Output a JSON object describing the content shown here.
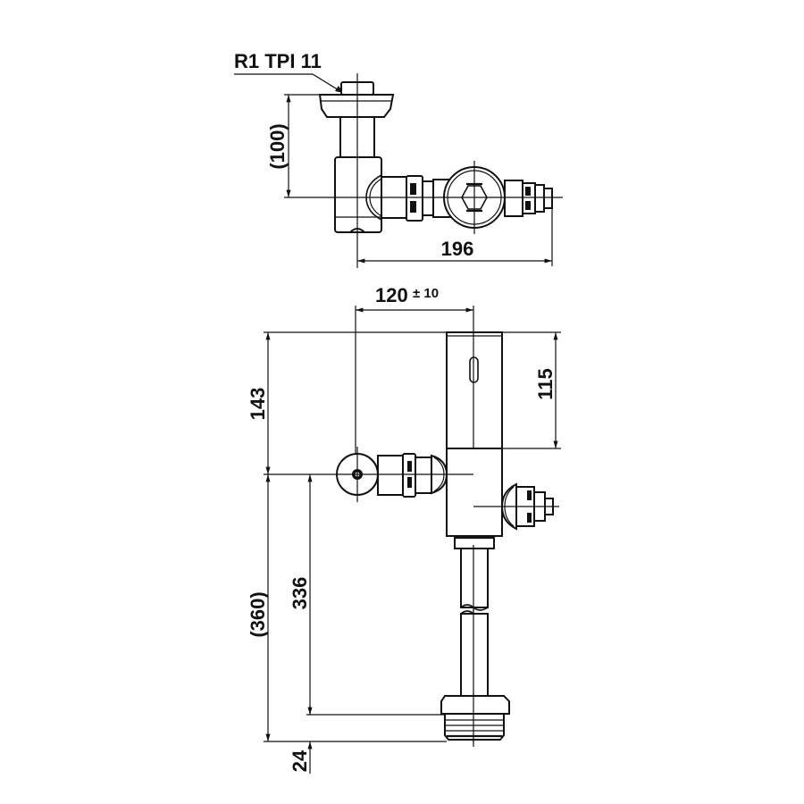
{
  "drawing": {
    "type": "technical-dimension-drawing",
    "subject": "flush valve",
    "views": [
      "top-view",
      "front-view"
    ],
    "colors": {
      "line": "#111111",
      "background": "#ffffff"
    }
  },
  "top_view": {
    "thread_label": "R1 TPI 11",
    "dims": {
      "height": "(100)",
      "length": "196"
    }
  },
  "front_view": {
    "dims": {
      "offset_main": "120",
      "offset_tol": "± 10",
      "body_height": "115",
      "upper_height": "143",
      "total_lower": "(360)",
      "pipe_length": "336",
      "thread_length": "24"
    }
  }
}
